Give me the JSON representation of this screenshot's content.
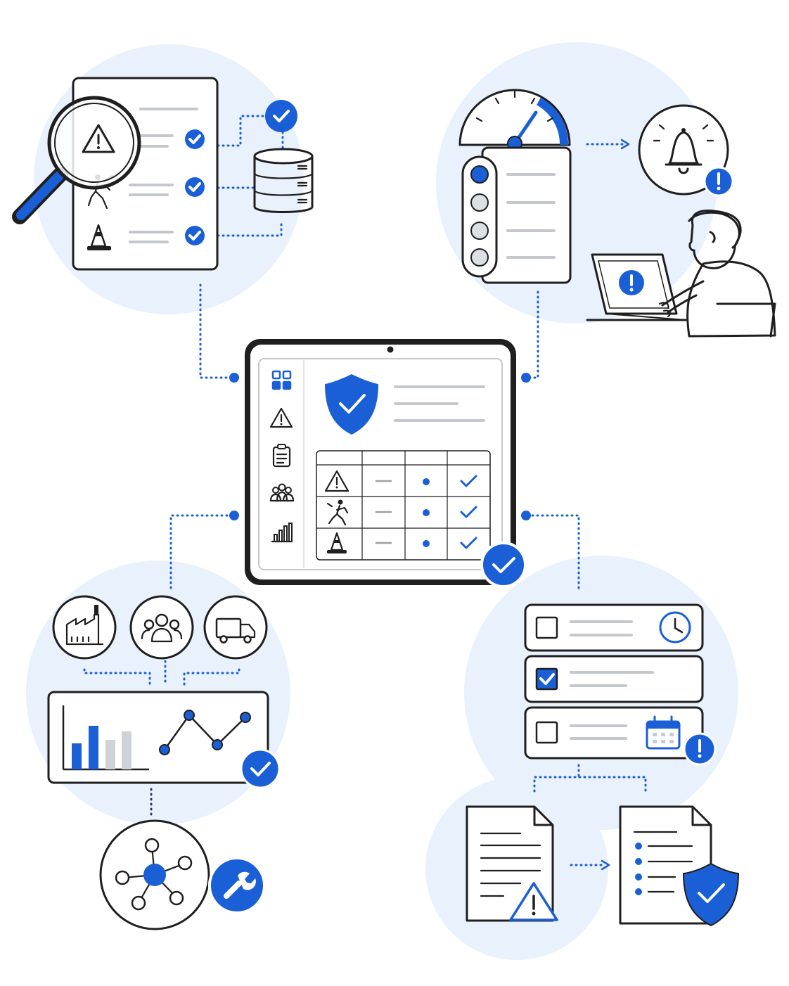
{
  "colors": {
    "accent": "#1a5fd6",
    "halo": "#e9f1fc",
    "ink": "#1f1f1f",
    "muted_line": "#c4c7cc",
    "light_bar": "#cfd2d6"
  },
  "center_tablet": {
    "sidebar_icons": [
      "dashboard-grid-icon",
      "warning-triangle-icon",
      "clipboard-icon",
      "team-icon",
      "bar-chart-icon"
    ],
    "badge_icon": "shield-check-icon",
    "table": {
      "rows": [
        {
          "icon": "warning-triangle-icon",
          "cells": [
            "dash",
            "dot",
            "check"
          ]
        },
        {
          "icon": "falling-person-icon",
          "cells": [
            "dash",
            "dot",
            "check"
          ]
        },
        {
          "icon": "traffic-cone-icon",
          "cells": [
            "dash",
            "dot",
            "check"
          ]
        }
      ]
    },
    "corner_badge": "check-badge-icon"
  },
  "top_left_cluster": {
    "list_icons": [
      "warning-triangle-icon",
      "falling-person-icon",
      "traffic-cone-icon"
    ],
    "row_status": [
      "check",
      "check",
      "check"
    ],
    "tools": [
      "magnifier-icon",
      "database-icon",
      "check-badge-icon"
    ]
  },
  "top_right_cluster": {
    "gauge_level": 0.78,
    "selector_states": [
      "active",
      "inactive",
      "inactive",
      "inactive"
    ],
    "alert_icons": [
      "bell-icon",
      "alert-badge-icon"
    ],
    "worker_screen_icon": "alert-badge-icon"
  },
  "bottom_left_cluster": {
    "stakeholder_icons": [
      "factory-icon",
      "people-icon",
      "truck-icon"
    ],
    "bar_heights": [
      0.55,
      0.9,
      0.55,
      0.72
    ],
    "bar_colors": [
      "accent",
      "accent",
      "light",
      "light"
    ],
    "line_points": [
      0.3,
      0.95,
      0.45,
      0.9
    ],
    "badges": [
      "check-badge-icon",
      "wrench-badge-icon"
    ],
    "hub_icon": "network-hub-icon"
  },
  "bottom_right_cluster": {
    "tasks": [
      {
        "checked": false,
        "icon": "clock-icon"
      },
      {
        "checked": true,
        "icon": ""
      },
      {
        "checked": false,
        "icon": "calendar-icon",
        "alert": "alert-badge-icon"
      }
    ],
    "documents": [
      "document-warning-icon",
      "document-shield-icon"
    ]
  }
}
